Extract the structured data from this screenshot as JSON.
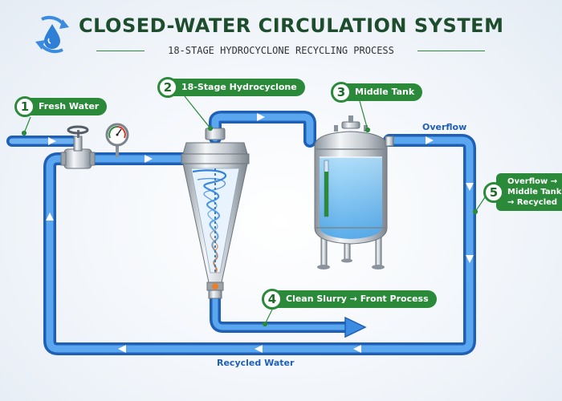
{
  "header": {
    "title": "CLOSED-WATER CIRCULATION SYSTEM",
    "subtitle": "18-STAGE HYDROCYCLONE RECYCLING PROCESS",
    "logo_icon": "water-drop-recycle-icon"
  },
  "steps": [
    {
      "number": "1",
      "label": "Fresh Water"
    },
    {
      "number": "2",
      "label": "18-Stage Hydrocyclone"
    },
    {
      "number": "3",
      "label": "Middle Tank"
    },
    {
      "number": "4",
      "label": "Clean Slurry → Front Process"
    },
    {
      "number": "5",
      "lines": [
        "Overflow →",
        "Middle Tank",
        "→ Recycled"
      ]
    }
  ],
  "flow_labels": {
    "overflow": "Overflow",
    "recycled_water": "Recycled Water"
  },
  "colors": {
    "pipe": "#3b8be0",
    "pipe_dark": "#1f5fb5",
    "badge_green": "#2a8a3a",
    "title_green": "#1d4d2c",
    "tank_water": "#7cc2f2",
    "slurry_orange": "#e8802a"
  },
  "icons": {
    "valve": "gate-valve-icon",
    "gauge": "pressure-gauge-icon"
  }
}
